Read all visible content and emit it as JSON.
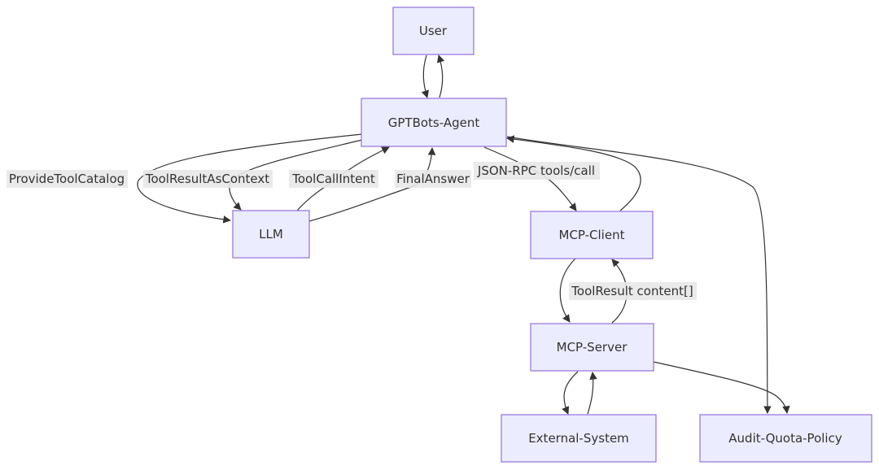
{
  "nodes": {
    "user": "User",
    "agent": "GPTBots-Agent",
    "llm": "LLM",
    "mcp_client": "MCP-Client",
    "mcp_server": "MCP-Server",
    "external": "External-System",
    "audit": "Audit-Quota-Policy"
  },
  "edge_labels": {
    "provide_tool_catalog": "ProvideToolCatalog",
    "tool_result_as_context": "ToolResultAsContext",
    "tool_call_intent": "ToolCallIntent",
    "final_answer": "FinalAnswer",
    "json_rpc": "JSON-RPC tools/call",
    "tool_result_content": "ToolResult content[]"
  },
  "colors": {
    "node_fill": "#ECECFF",
    "node_stroke": "#9370DB",
    "edge": "#333333",
    "label_bg": "#e8e8e8"
  }
}
